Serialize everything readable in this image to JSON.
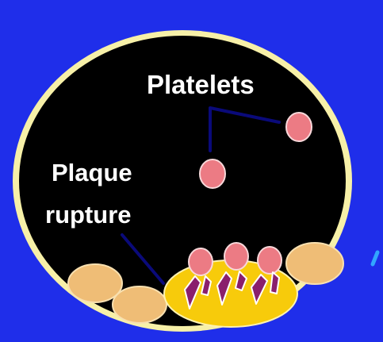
{
  "diagram": {
    "labels": {
      "platelets": "Platelets",
      "plaque_rupture_line1": "Plaque",
      "plaque_rupture_line2": "rupture"
    },
    "colors": {
      "background": "#1f2eea",
      "vessel_fill": "#000000",
      "vessel_rim": "#f7f0a8",
      "platelet_fill": "#ec7b84",
      "platelet_stroke": "#f8d8da",
      "plaque_fill": "#f7cb0b",
      "plaque_stroke": "#fff2b0",
      "endothelial_fill": "#efbd76",
      "endothelial_stroke": "#f8e0b0",
      "pointer_line": "#0a0a7a",
      "label_text": "#ffffff"
    }
  }
}
